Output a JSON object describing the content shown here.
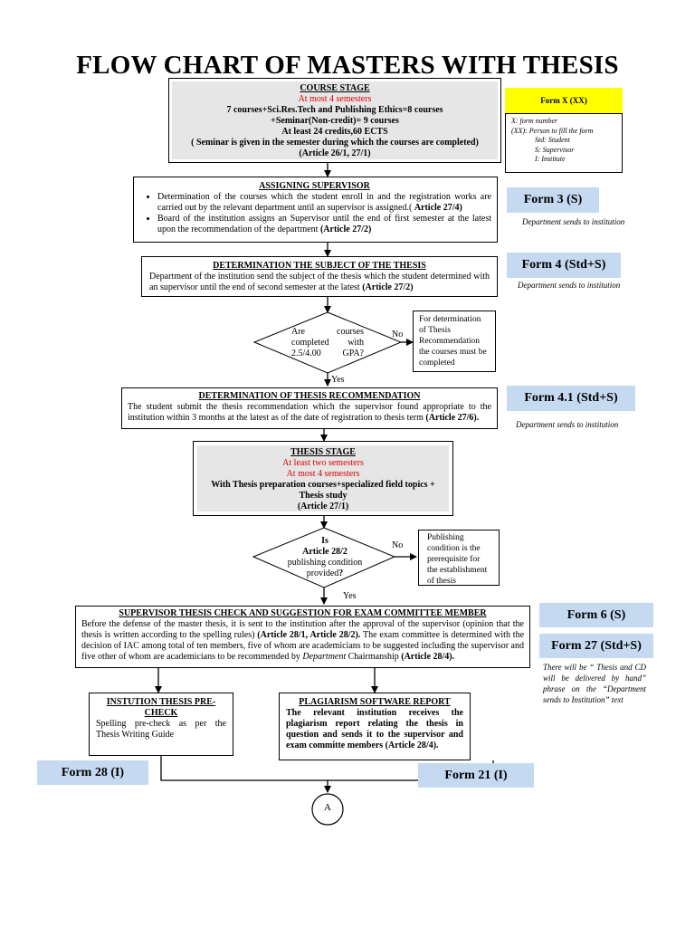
{
  "title": "FLOW CHART OF MASTERS WITH THESIS",
  "legend": {
    "form_label": "Form X (XX)",
    "lines": [
      "X: form number",
      "(XX): Person to fill the form",
      "Std: Student",
      "S: Supervisor",
      "I: Institute"
    ]
  },
  "course_stage": {
    "heading": "COURSE STAGE",
    "limit": "At most 4 semesters",
    "line1": "7 courses+Sci.Res.Tech and Publishing Ethics=8 courses",
    "line2": "+Seminar(Non-credit)= 9 courses",
    "line3": "At least 24 credits,60 ECTS",
    "line4": "( Seminar is given in the semester during which the courses are completed)",
    "line5": "(Article 26/1, 27/1)"
  },
  "assigning_supervisor": {
    "heading": "ASSIGNING SUPERVISOR",
    "bullet1_text": "Determination of the courses which the student enroll in and the registration works are carried out  by the relevant department until an supervisor is assigned.(",
    "bullet1_ref": "Article 27/4)",
    "bullet2_text": "Board of the institution assigns an Supervisor until the end of first semester at the latest upon the recommendation of the department",
    "bullet2_ref": "(Article 27/2)"
  },
  "thesis_subject": {
    "heading": "DETERMINATION THE SUBJECT OF THE THESIS",
    "text": "Department of the institution send the subject of the thesis which the student determined with an supervisor until the end of second semester at the latest",
    "ref": "(Article 27/2)"
  },
  "decision1": {
    "question": "Are courses completed with 2.5/4.00 GPA?",
    "no_label": "No",
    "yes_label": "Yes",
    "no_note": "For determination of Thesis Recommendation the courses must be completed"
  },
  "thesis_recommendation": {
    "heading": "DETERMINATION OF THESIS RECOMMENDATION",
    "text": "The student submit the thesis recommendation which the supervisor found appropriate to the institution within 3 months at the latest as of the date of registration to thesis term",
    "ref": "(Article 27/6)."
  },
  "thesis_stage": {
    "heading": "THESIS STAGE",
    "limit1": "At least two semesters",
    "limit2": "At most 4 semesters",
    "line1": "With Thesis preparation courses+specialized field topics + Thesis study",
    "line2": "(Article 27/1)"
  },
  "decision2": {
    "q1": "Is",
    "q2": "Article 28/2",
    "q3": "publishing condition",
    "q4": "provided",
    "q5": "?",
    "no_label": "No",
    "yes_label": "Yes",
    "no_note": "Publishing condition is the prerequisite for the establishment of thesis"
  },
  "supervisor_check": {
    "heading": "SUPERVISOR THESIS CHECK AND SUGGESTION FOR EXAM COMMITTEE MEMBER",
    "text1": "Before the defense of the master thesis, it is sent to the institution after the approval of the supervisor (opinion that the thesis is written according to the spelling rules)",
    "ref1": "(Article 28/1, Article 28/2).",
    "text2": "The exam committee is determined with the decision of IAC among  total of ten members, five of whom are academicians to be suggested including the supervisor and five other of whom are academicians to be recommended by",
    "text2_dept": "Department",
    "text2_end": "Chairmanship",
    "ref2": "(Article 28/4)."
  },
  "precheck": {
    "heading": "INSTUTION THESIS PRE-CHECK",
    "text": "Spelling pre-check as per the Thesis Writing Guide"
  },
  "plagiarism": {
    "heading": "PLAGIARISM SOFTWARE REPORT",
    "text": "The relevant institution receives the plagiarism report relating the thesis in question and sends it to the supervisor and exam committe members (Article 28/4)."
  },
  "forms": {
    "f3": "Form 3 (S)",
    "f3_note": "Department sends to institution",
    "f4": "Form 4 (Std+S)",
    "f4_note": "Department sends to institution",
    "f41": "Form 4.1 (Std+S)",
    "f41_note": "Department sends to institution",
    "f6": "Form 6 (S)",
    "f27": "Form 27 (Std+S)",
    "f27_note": "There will be “ Thesis and CD will be delivered by hand” phrase on the “Department sends to Institution” text",
    "f28": "Form 28 (I)",
    "f21": "Form 21 (I)"
  },
  "connector": "A",
  "colors": {
    "form_bg": "#c5d9f1",
    "legend_bg": "#ffff00",
    "stage_bg": "#e6e6e6",
    "red": "#e00000"
  }
}
